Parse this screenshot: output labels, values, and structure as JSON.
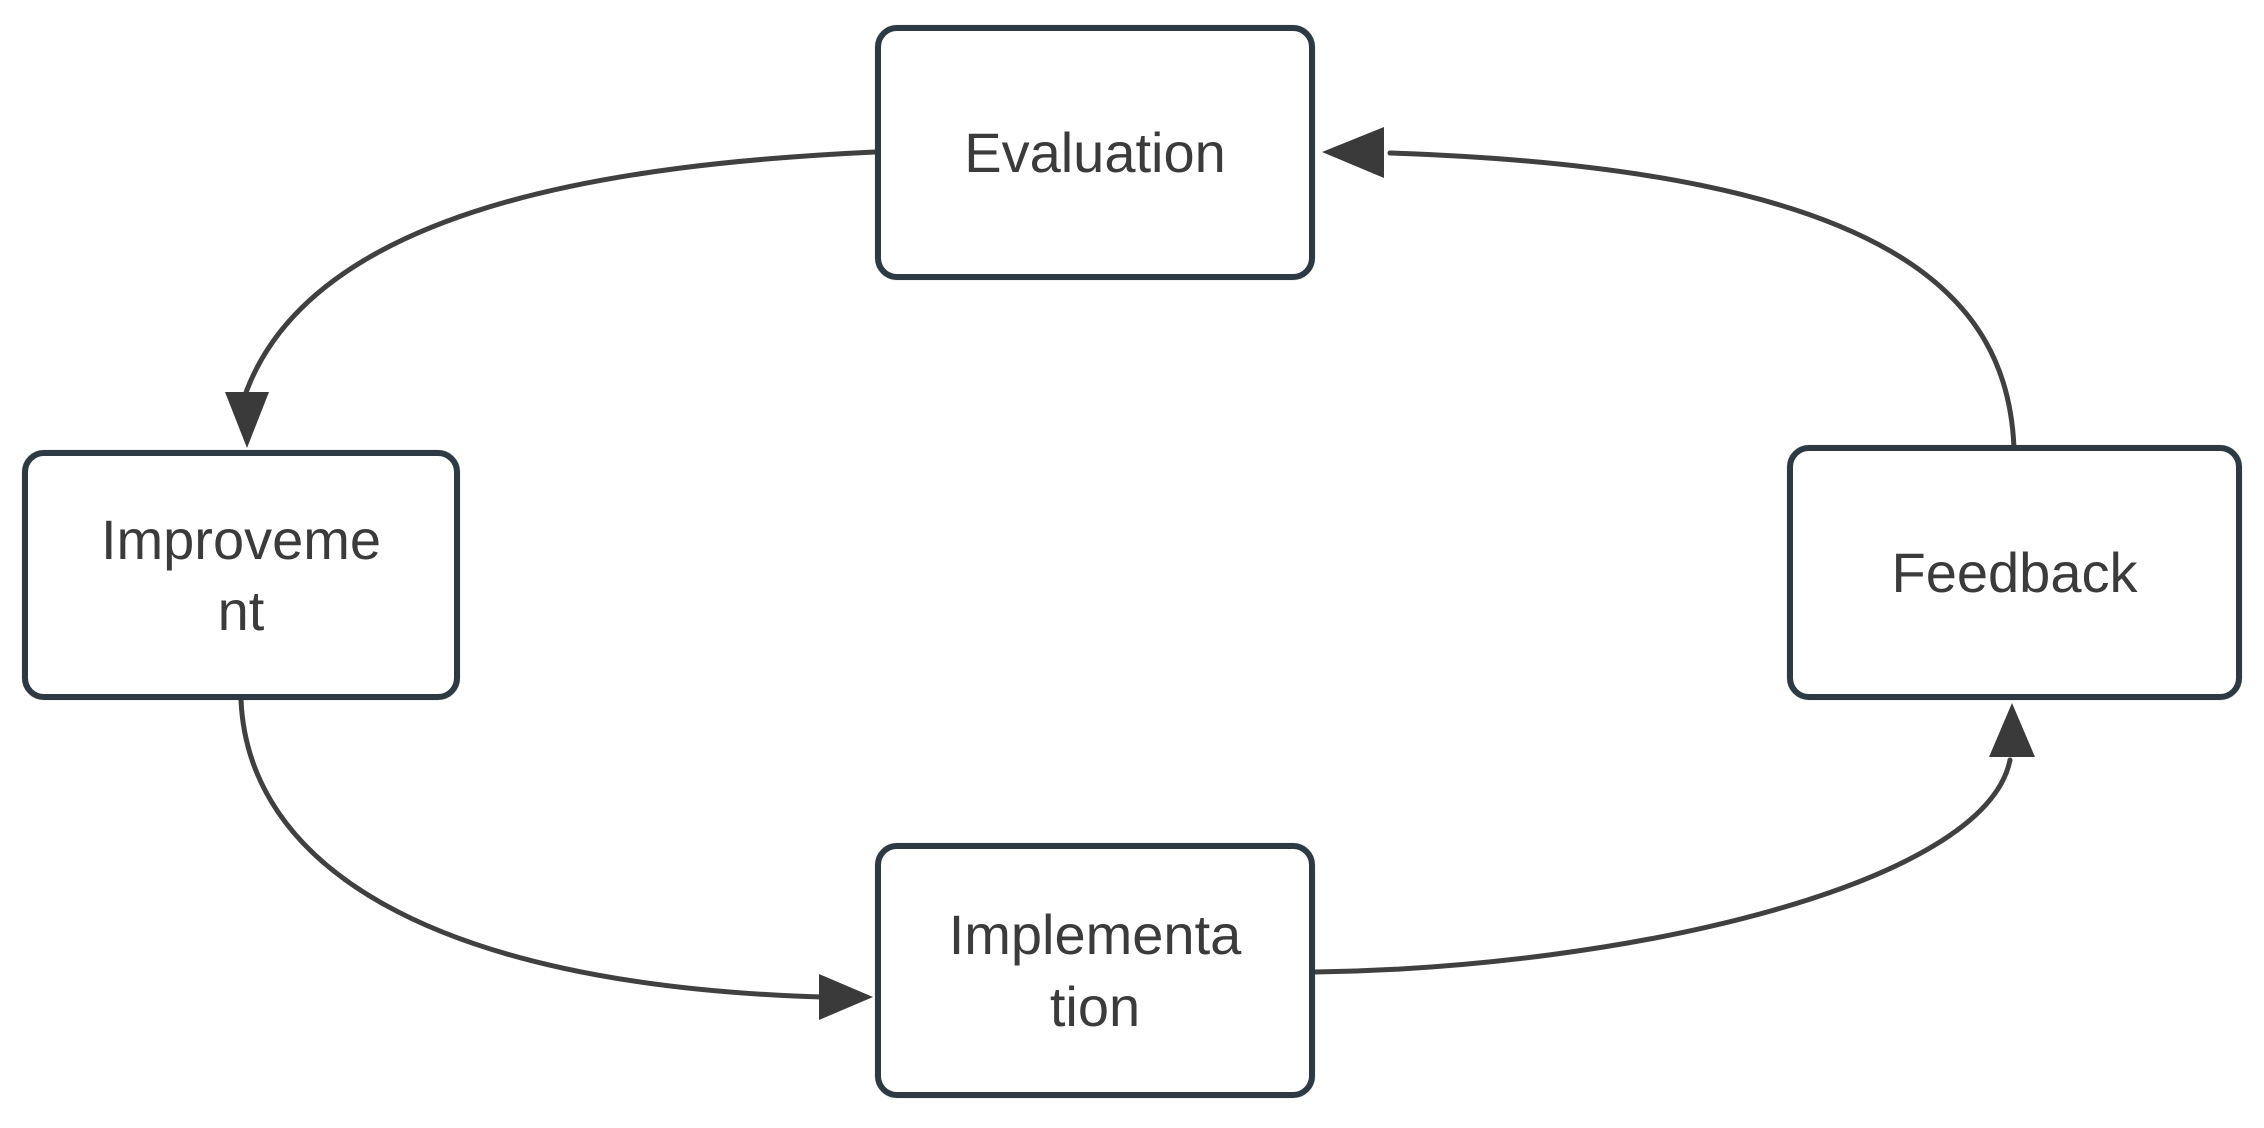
{
  "diagram": {
    "type": "cycle-flowchart",
    "nodes": [
      {
        "id": "evaluation",
        "label": "Evaluation",
        "display_text": "Evaluation"
      },
      {
        "id": "improvement",
        "label": "Improvement",
        "display_text": "Improveme\nnt"
      },
      {
        "id": "implementation",
        "label": "Implementation",
        "display_text": "Implementa\ntion"
      },
      {
        "id": "feedback",
        "label": "Feedback",
        "display_text": "Feedback"
      }
    ],
    "edges": [
      {
        "from": "Evaluation",
        "to": "Improvement"
      },
      {
        "from": "Improvement",
        "to": "Implementation"
      },
      {
        "from": "Implementation",
        "to": "Feedback"
      },
      {
        "from": "Feedback",
        "to": "Evaluation"
      }
    ],
    "colors": {
      "node_border": "#2d3a43",
      "node_fill": "#ffffff",
      "edge_line": "#404040",
      "arrowhead": "#3a3a3a",
      "text": "#3b3b3b",
      "background": "#ffffff"
    }
  }
}
